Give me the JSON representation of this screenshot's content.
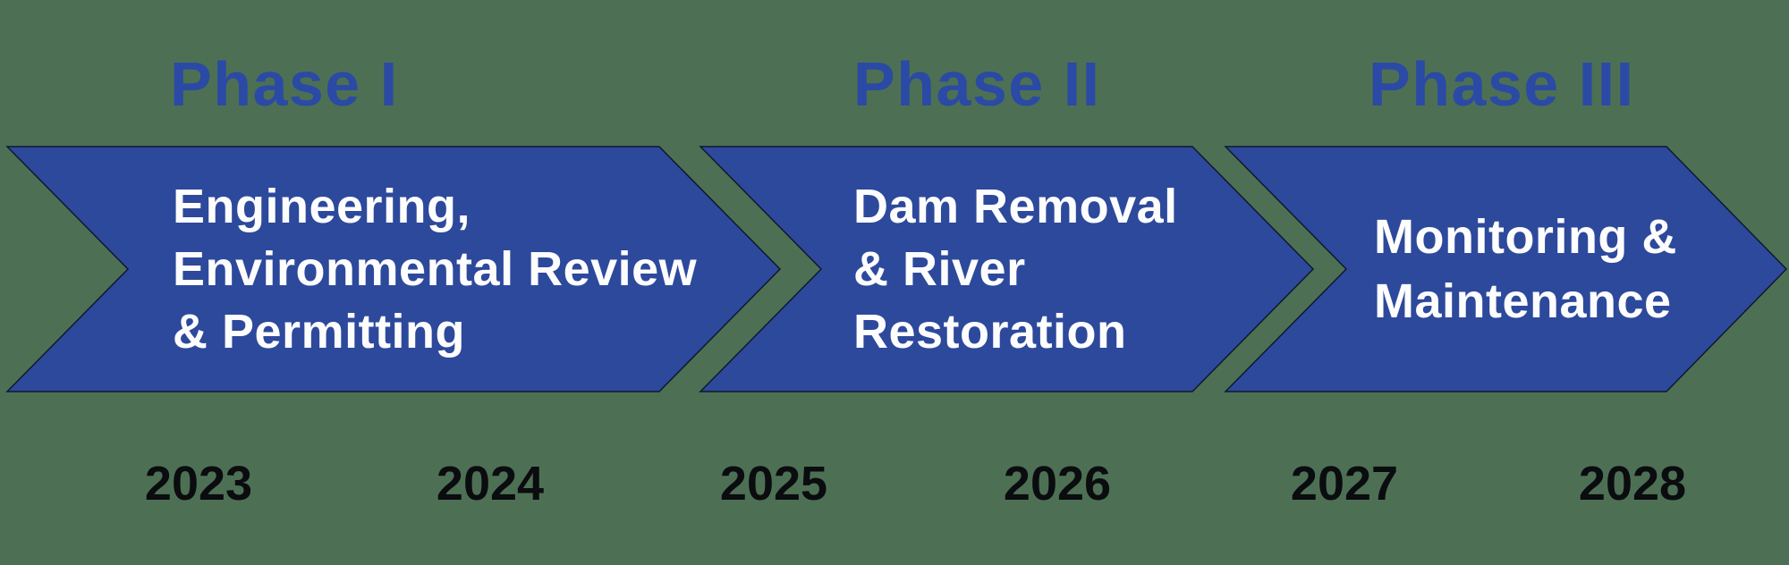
{
  "phases": [
    {
      "title": "Phase I",
      "lines": [
        "Engineering,",
        "Environmental Review",
        "& Permitting"
      ]
    },
    {
      "title": "Phase II",
      "lines": [
        "Dam Removal",
        "& River",
        "Restoration"
      ]
    },
    {
      "title": "Phase III",
      "lines": [
        "Monitoring &",
        "Maintenance"
      ]
    }
  ],
  "years": [
    "2023",
    "2024",
    "2025",
    "2026",
    "2027",
    "2028"
  ],
  "colors": {
    "background": "#4d7054",
    "arrow_fill": "#2d499c",
    "arrow_outline": "#10182e",
    "title_text": "#2a4aa5",
    "body_text": "#fdfdfd",
    "year_text": "#0b0c0f"
  }
}
